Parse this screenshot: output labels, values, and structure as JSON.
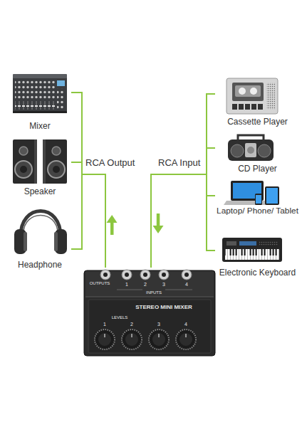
{
  "diagram": {
    "nodes": [
      {
        "text": [
          "Mixer"
        ]
      },
      {
        "text": [
          "Speaker"
        ]
      },
      {
        "text": [
          "Headphone"
        ]
      },
      {
        "text": [
          "Cassette Player"
        ]
      },
      {
        "text": [
          "CD Player"
        ]
      },
      {
        "text": [
          "Laptop/ Phone/ Tablet"
        ]
      },
      {
        "text": [
          "Electronic Keyboard"
        ]
      },
      {
        "text": [
          "OUTPUTS",
          "1",
          "2",
          "3",
          "4",
          "INPUTS",
          "STEREO MINI MIXER",
          "LEVELS",
          "1",
          "2",
          "3",
          "4"
        ]
      }
    ],
    "edges": [
      {
        "from": 7,
        "to": 0,
        "arrow": "none"
      },
      {
        "from": 7,
        "to": 1,
        "arrow": "none"
      },
      {
        "from": 7,
        "to": 2,
        "arrow": "none"
      },
      {
        "from": 3,
        "to": 7,
        "arrow": "none"
      },
      {
        "from": 4,
        "to": 7,
        "arrow": "none"
      },
      {
        "from": 5,
        "to": 7,
        "arrow": "none"
      },
      {
        "from": 6,
        "to": 7,
        "arrow": "none"
      }
    ],
    "labels": [
      "RCA Output",
      "RCA Input"
    ]
  }
}
